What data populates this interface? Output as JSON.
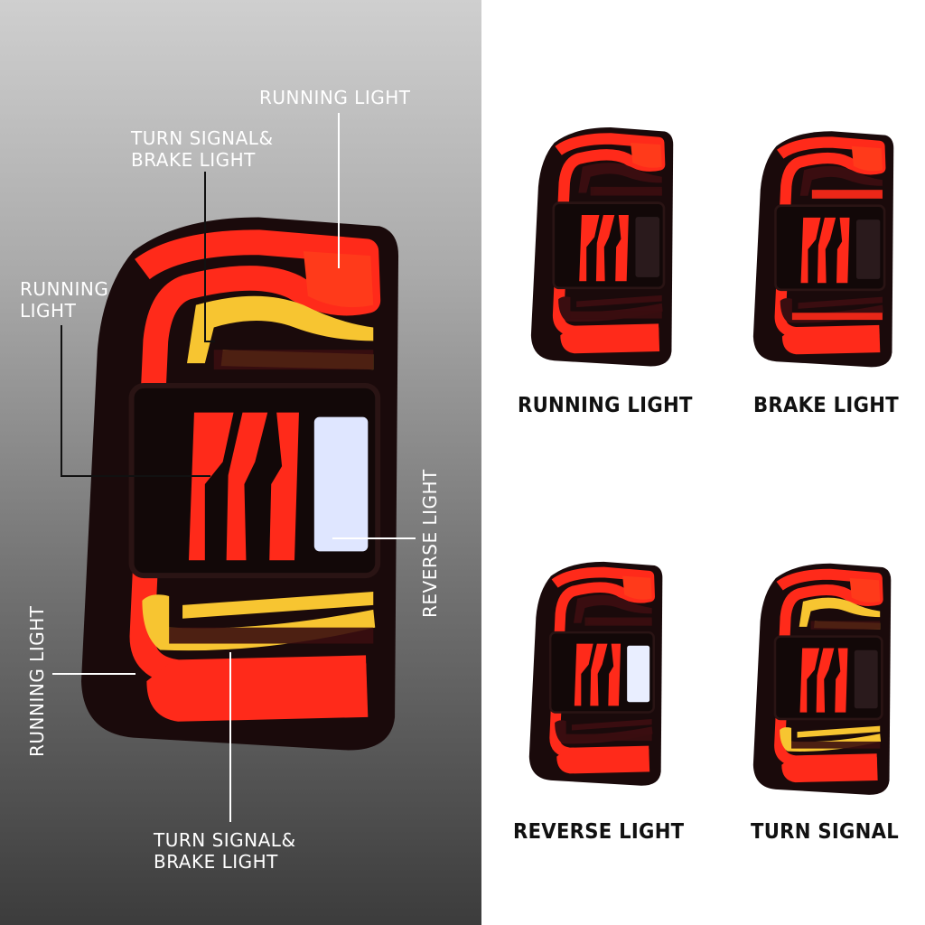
{
  "callouts": {
    "top_running": "RUNNING LIGHT",
    "upper_turn_line1": "TURN SIGNAL&",
    "upper_turn_line2": "BRAKE LIGHT",
    "left_running_line1": "RUNNING",
    "left_running_line2": "LIGHT",
    "reverse": "REVERSE LIGHT",
    "vertical_running": "RUNNING LIGHT",
    "lower_turn_line1": "TURN SIGNAL&",
    "lower_turn_line2": "BRAKE LIGHT"
  },
  "modes": [
    {
      "label": "RUNNING LIGHT"
    },
    {
      "label": "BRAKE LIGHT"
    },
    {
      "label": "REVERSE LIGHT"
    },
    {
      "label": "TURN SIGNAL"
    }
  ],
  "colors": {
    "running": "#ff2a1a",
    "turn": "#f7c531",
    "reverse": "#e9eeff",
    "housing": "#1a0a0b"
  }
}
